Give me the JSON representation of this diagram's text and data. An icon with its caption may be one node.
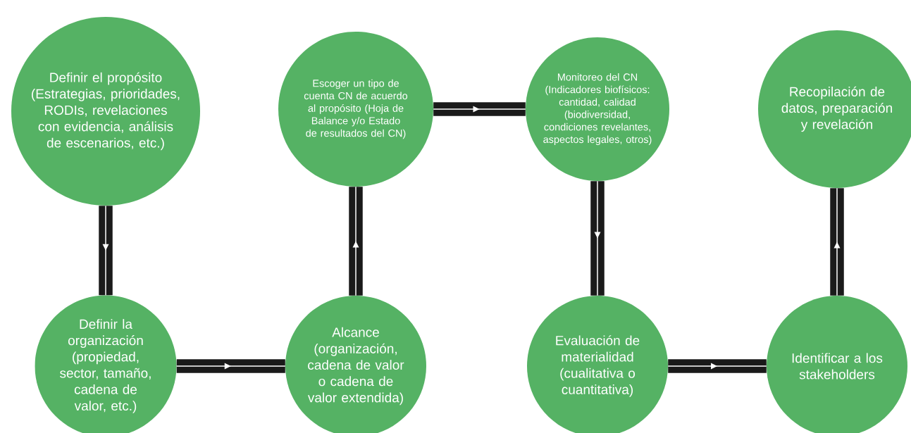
{
  "diagram": {
    "nodes": [
      {
        "text": [
          "Definir el propósito (Estrategias, prioridades, RODIs, revelaciones con evidencia, análisis de escenarios, etc.)"
        ]
      },
      {
        "text": [
          "Definir la organización (propiedad, sector, tamaño, cadena de valor, etc.)"
        ]
      },
      {
        "text": [
          "Alcance (organización, cadena de valor o cadena de valor extendida)"
        ]
      },
      {
        "text": [
          "Escoger un tipo de cuenta CN de acuerdo al propósito (Hoja de Balance y/o Estado de resultados del CN)"
        ]
      },
      {
        "text": [
          "Monitoreo del CN (Indicadores biofísicos: cantidad, calidad (biodiversidad, condiciones revelantes, aspectos legales, otros)"
        ]
      },
      {
        "text": [
          "Evaluación de materialidad (cualitativa o cuantitativa)"
        ]
      },
      {
        "text": [
          "Identificar a los stakeholders"
        ]
      },
      {
        "text": [
          "Recopilación de datos, preparación y revelación"
        ]
      }
    ],
    "edges": [
      {
        "from": 0,
        "to": 1,
        "arrow": "to"
      },
      {
        "from": 1,
        "to": 2,
        "arrow": "to"
      },
      {
        "from": 2,
        "to": 3,
        "arrow": "to"
      },
      {
        "from": 3,
        "to": 4,
        "arrow": "to"
      },
      {
        "from": 4,
        "to": 5,
        "arrow": "to"
      },
      {
        "from": 5,
        "to": 6,
        "arrow": "to"
      },
      {
        "from": 6,
        "to": 7,
        "arrow": "to"
      }
    ]
  }
}
